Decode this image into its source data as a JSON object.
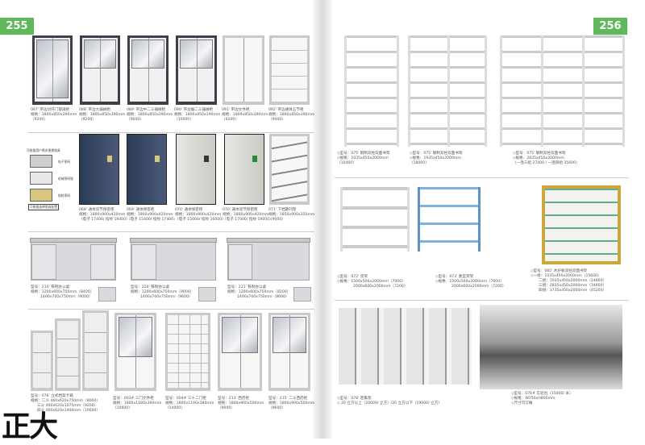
{
  "pages": {
    "left_number": "255",
    "right_number": "256"
  },
  "logo": "正大",
  "lock_legend": {
    "title": "可根据用户需求更换锁具",
    "items": [
      "电子密码",
      "机械密码锁",
      "指纹密码"
    ],
    "footer": "可根据选择锁具配置"
  },
  "left_products": [
    {
      "lines": [
        "087' 带边对开门玻璃柜",
        "规格：1800x850x390mm",
        "（9200）"
      ]
    },
    {
      "lines": [
        "088' 带边大器械柜",
        "规格：1800x850x390mm",
        "（9200）"
      ]
    },
    {
      "lines": [
        "089' 带边中二斗器械柜",
        "规格：1800x850x390mm",
        "（9600）"
      ]
    },
    {
      "lines": [
        "090' 带边偏二斗器械柜",
        "规格：1800x850x390mm",
        "（10000）"
      ]
    },
    {
      "lines": [
        "091' 带边文件柜",
        "规格：1800x850x390mm",
        "（9200）"
      ]
    },
    {
      "lines": [
        "092' 带边通体五节柜",
        "规格：1800x850x390mm",
        "（9400）"
      ]
    },
    {
      "lines": [
        "068' 通体双节保密柜",
        "规格：1800x900x420mm",
        "（电子 17400/ 指纹 19400）"
      ]
    },
    {
      "lines": [
        "069' 通体保密柜",
        "规格：1800x900x420mm",
        "（电子 15400/ 指纹 17400）"
      ]
    },
    {
      "lines": [
        "070' 通体保密柜",
        "规格：1800x900x420mm",
        "（电子 15000/ 指纹 16000）"
      ]
    },
    {
      "lines": [
        "070' 通体双节保密柜",
        "规格：1800x900x420mm",
        "（电子 17000/ 指纹 19000）"
      ]
    },
    {
      "lines": [
        "071' 下档期刊架",
        "规格：1850x900x350mm",
        "（9000）"
      ]
    },
    {
      "lines": [
        "型号：210' 铁制办公桌",
        "规格：1200x600x750mm（8400）",
        "1400x700x750mm（9000）"
      ]
    },
    {
      "lines": [
        "型号：220' 铁制办公桌",
        "规格：1200x600x750mm（9000）",
        "1400x700x750mm（9600）"
      ]
    },
    {
      "lines": [
        "型号：221' 铁制办公桌",
        "规格：1200x600x750mm（8200）",
        "1400x700x750mm（8600）"
      ]
    },
    {
      "lines": [
        "型号：076' 立式档案卡箱",
        "规格：二斗 460x620x750mm（8000）",
        "三斗 460x620x1075mm（9200）",
        "四斗 460x620x1400mm（10600）"
      ]
    },
    {
      "lines": [
        "型号：003# 三门文件柜",
        "规格：1800x1180x390mm",
        "（10600）"
      ]
    },
    {
      "lines": [
        "型号：004# 三十二门柜",
        "规格：1800x1190x380mm",
        "（14000）"
      ]
    },
    {
      "lines": [
        "型号：213' 西药柜",
        "规格：1800x900x500mm",
        "（9000）"
      ]
    },
    {
      "lines": [
        "型号：215' 二斗西药柜",
        "规格：1800x900x500mm",
        "（9600）"
      ]
    }
  ],
  "right_products": [
    {
      "lines": [
        "◇型号：075' 钢制双柱双面书架",
        "◇规格：1035x450x2000mm",
        "（10400）"
      ]
    },
    {
      "lines": [
        "◇型号：075' 钢制双柱双面书架",
        "◇规格：1935x450x2000mm",
        "（18000）"
      ]
    },
    {
      "lines": [
        "◇型号：075' 钢制双柱双面书架",
        "◇规格：2835x450x2000mm",
        "（一连三组 27400 / 一连四组 35600）"
      ]
    },
    {
      "lines": [
        "◇型号：072' 货架",
        "◇规格：1500x500x2000mm（7000）",
        "2000x600x2000mm（7200）"
      ]
    },
    {
      "lines": [
        "◇型号：073' 重型货架",
        "◇规格：1500x500x2000mm（7000）",
        "2000x600x2000mm（7200）"
      ]
    },
    {
      "lines": [
        "◇型号：082' 木护板双柱双面书架",
        "◇一组：1035x450x2000mm（15600）",
        "二组：1935x450x2000mm（24800）",
        "三组：2835x450x2000mm（34600）",
        "四组：3735x450x2000mm（45200）"
      ]
    },
    {
      "lines": [
        "◇型号：078' 密集架",
        "◇ 20 立方以上（20000/ 立方）/20 立方以下（19000/ 立方）"
      ]
    },
    {
      "lines": [
        "◇型号：076# 实验台（15000/ 米）",
        "◇规格：W750xH800mm",
        "◇尺寸可订做"
      ]
    }
  ]
}
